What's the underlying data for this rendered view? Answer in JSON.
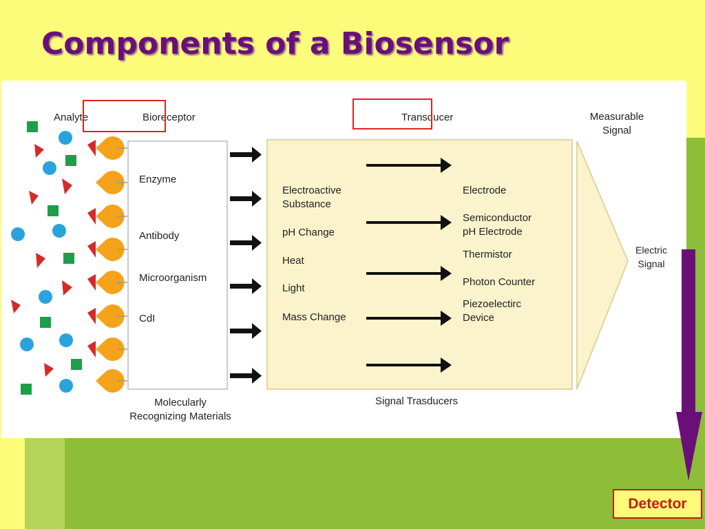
{
  "slide_title": "Components of a Biosensor",
  "column_headers": {
    "analyte": "Analyte",
    "bioreceptor": "Bioreceptor",
    "transducer": "Transducer",
    "measurable_signal": "Measurable\nSignal"
  },
  "bioreceptors": [
    "Enzyme",
    "Antibody",
    "Microorganism",
    "CdI"
  ],
  "transducer_inputs": [
    "Electroactive\nSubstance",
    "pH Change",
    "Heat",
    "Light",
    "Mass Change"
  ],
  "transducer_outputs": [
    "Electrode",
    "Semiconductor\npH Electrode",
    "Thermistor",
    "Photon Counter",
    "Piezoelectirc\nDevice"
  ],
  "output_signal": "Electric\nSignal",
  "captions": {
    "molecular": "Molecularly\nRecognizing Materials",
    "signal_transducers": "Signal Trasducers"
  },
  "detector_label": "Detector",
  "colors": {
    "title": "#6b0f78",
    "background": "#fdfc7a",
    "green": "#8ebd3a",
    "highlight": "#e0221c",
    "big_arrow": "#6b0f78",
    "bioreceptor_shape": "#f5a31a",
    "analyte_square": "#1e9e4a",
    "analyte_circle": "#2aa3dd",
    "analyte_triangle": "#d62a2a",
    "transducer_box": "#fbf3cc"
  }
}
